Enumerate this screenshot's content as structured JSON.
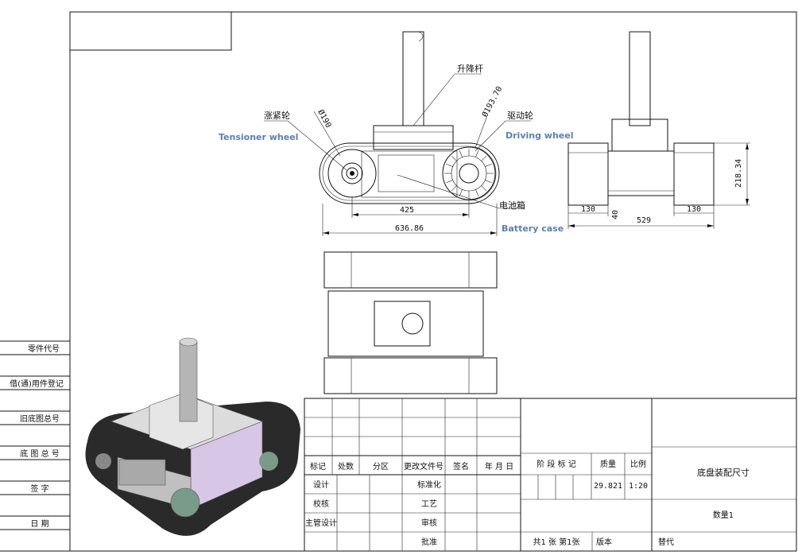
{
  "colors": {
    "line": "#111111",
    "annotation_blue": "#5b7fb5",
    "track": "#2a2a2a",
    "body": "#c8c8c8",
    "panel": "#d8c6e6"
  },
  "labels": {
    "lift_rod": "升降杆",
    "tensioner_cn": "涨紧轮",
    "tensioner_en": "Tensioner wheel",
    "driving_cn": "驱动轮",
    "driving_en": "Driving wheel",
    "battery_cn": "电池箱",
    "battery_en": "Battery case"
  },
  "dims": {
    "tensioner_dia": "Ø190",
    "driving_dia": "Ø193.70",
    "wheelbase": "425",
    "overall_length": "636.86",
    "track_w_left": "130",
    "track_w_right": "130",
    "overall_width": "529",
    "clearance": "40",
    "height": "218.34"
  },
  "left_column": [
    "零件代号",
    "借(通)用件登记",
    "旧底图总号",
    "底 图 总 号",
    "签    字",
    "日    期"
  ],
  "title_block": {
    "col_mark": "标记",
    "col_count": "处数",
    "col_zone": "分区",
    "col_change_doc": "更改文件号",
    "col_sign": "签名",
    "col_date": "年 月 日",
    "design": "设计",
    "check": "校核",
    "chief_design": "主管设计",
    "standardize": "标准化",
    "process": "工艺",
    "review": "审核",
    "approve": "批准",
    "stage_mark": "阶 段 标 记",
    "mass_label": "质量",
    "scale_label": "比例",
    "mass_value": "29.821",
    "scale_value": "1:20",
    "drawing_title": "底盘装配尺寸",
    "quantity": "数量1",
    "sheets": "共1 张  第1张",
    "version": "版本",
    "replace": "替代"
  }
}
